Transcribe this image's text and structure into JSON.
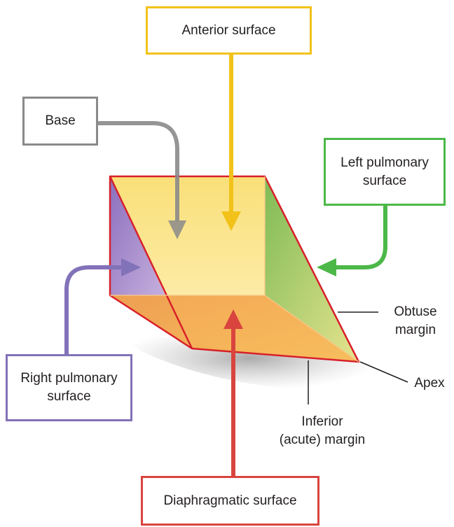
{
  "labels": {
    "anterior": "Anterior surface",
    "base": "Base",
    "left_pulmonary_1": "Left pulmonary",
    "left_pulmonary_2": "surface",
    "right_pulmonary_1": "Right pulmonary",
    "right_pulmonary_2": "surface",
    "diaphragmatic": "Diaphragmatic surface",
    "obtuse_1": "Obtuse",
    "obtuse_2": "margin",
    "apex": "Apex",
    "inferior_1": "Inferior",
    "inferior_2": "(acute) margin"
  },
  "colors": {
    "anterior": "#f2c21a",
    "base": "#8a8a8a",
    "left_pulmonary": "#4cb848",
    "right_pulmonary": "#8272b8",
    "diaphragmatic": "#d9443e",
    "edge": "#d8202a",
    "face_front": "#fbe48a",
    "face_bottom": "#f5a04a",
    "face_right": "#b6d263",
    "face_left": "#9a7cc8"
  }
}
